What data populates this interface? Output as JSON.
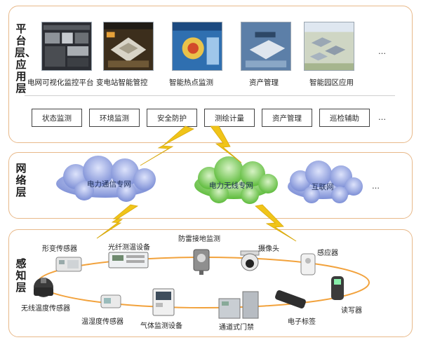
{
  "layers": {
    "platform": {
      "label": "平台层、应用层",
      "apps": [
        "电网可视化监控平台",
        "变电站智能管控",
        "智能热点监测",
        "资产管理",
        "智能园区应用"
      ],
      "app_more": "…",
      "functions": [
        "状态监测",
        "环境监测",
        "安全防护",
        "测绘计量",
        "资产管理",
        "巡检辅助"
      ],
      "function_more": "…"
    },
    "network": {
      "label": "网络层",
      "clouds": [
        "电力通信专网",
        "电力无线专网",
        "互联网"
      ],
      "more": "…"
    },
    "sensing": {
      "label": "感知层",
      "devices": [
        "形变传感器",
        "光纤测温设备",
        "防雷接地监测",
        "摄像头",
        "感应器",
        "无线温度传感器",
        "温湿度传感器",
        "气体监测设备",
        "通道式门禁",
        "电子标签",
        "读写器"
      ]
    }
  },
  "colors": {
    "panel_border": "#e8b98a",
    "cloud_blue": "#7d8fd6",
    "cloud_green": "#5dbb3b",
    "lightning": "#f0c419"
  }
}
